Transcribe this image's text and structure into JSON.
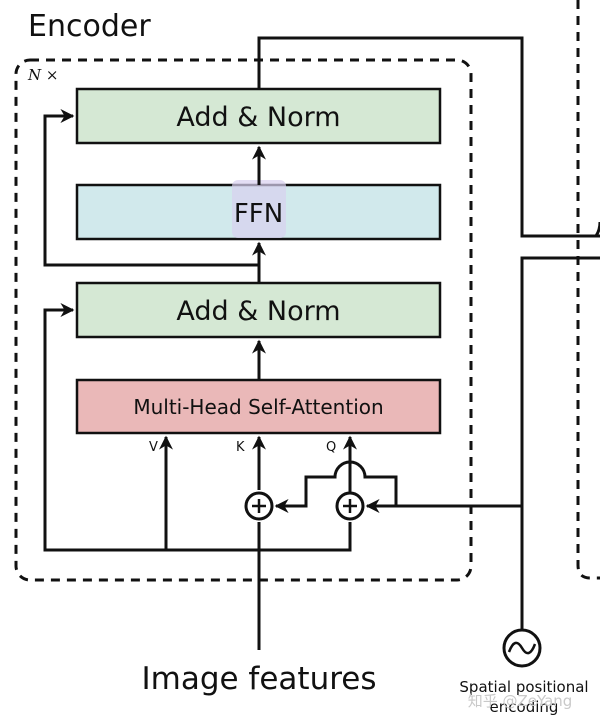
{
  "encoder": {
    "title": "Encoder",
    "repeat": "N ×",
    "blocks": {
      "add_norm_top": "Add & Norm",
      "ffn": "FFN",
      "add_norm_bottom": "Add & Norm",
      "mhsa": "Multi-Head Self-Attention"
    },
    "inputs": {
      "v": "V",
      "k": "K",
      "q": "Q"
    }
  },
  "image_features": "Image features",
  "positional": {
    "line1": "Spatial positional",
    "line2": "encoding"
  },
  "watermark": "知乎 @ZeYang",
  "colors": {
    "add_norm": "#d5e8d4",
    "ffn": "#d1e9ec",
    "mhsa": "#eab8b8",
    "ffn_highlight": "#d9d0f0",
    "stroke": "#111111"
  }
}
